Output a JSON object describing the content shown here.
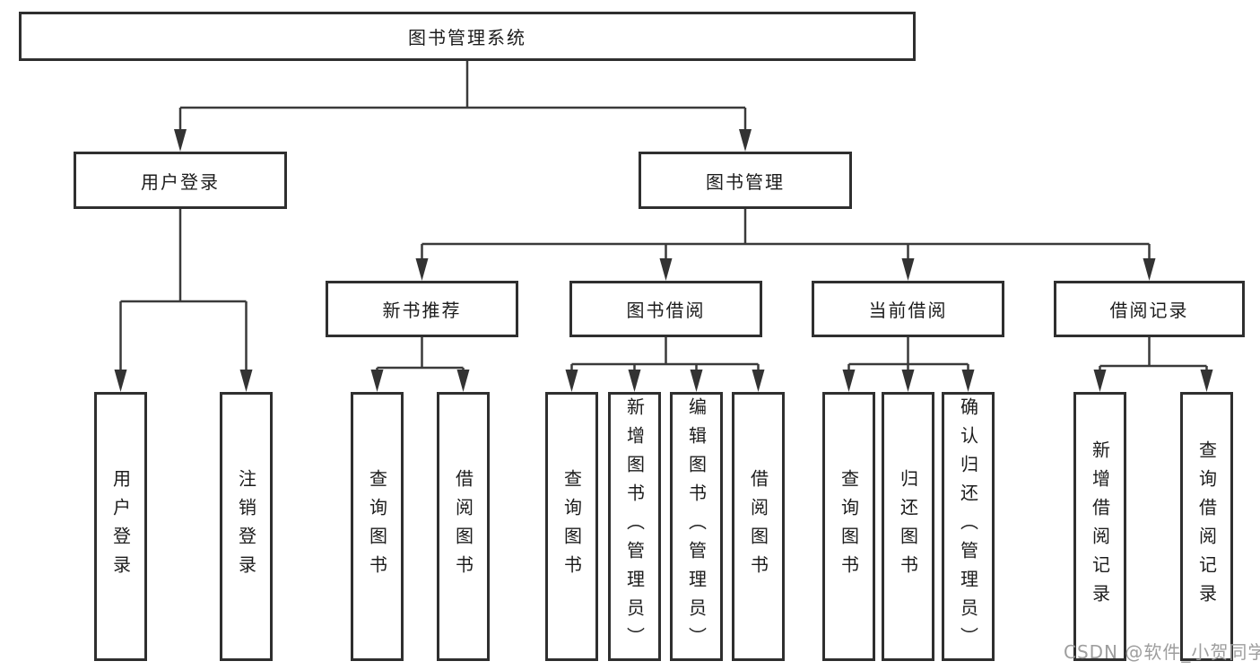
{
  "tree": {
    "label": "图书管理系统",
    "children": [
      {
        "label": "用户登录",
        "children": [
          {
            "label": "用户登录"
          },
          {
            "label": "注销登录"
          }
        ]
      },
      {
        "label": "图书管理",
        "children": [
          {
            "label": "新书推荐",
            "children": [
              {
                "label": "查询图书"
              },
              {
                "label": "借阅图书"
              }
            ]
          },
          {
            "label": "图书借阅",
            "children": [
              {
                "label": "查询图书"
              },
              {
                "label": "新增图书（管理员）"
              },
              {
                "label": "编辑图书（管理员）"
              },
              {
                "label": "借阅图书"
              }
            ]
          },
          {
            "label": "当前借阅",
            "children": [
              {
                "label": "查询图书"
              },
              {
                "label": "归还图书"
              },
              {
                "label": "确认归还（管理员）"
              }
            ]
          },
          {
            "label": "借阅记录",
            "children": [
              {
                "label": "新增借阅记录"
              },
              {
                "label": "查询借阅记录"
              }
            ]
          }
        ]
      }
    ]
  },
  "watermark": {
    "text": "CSDN @软件_小贺同学"
  },
  "colors": {
    "line": "#3a3a3a",
    "box_border": "#2f2f2f",
    "text": "#1c1c1c",
    "watermark": "#9e9e9e",
    "background": "#ffffff"
  }
}
